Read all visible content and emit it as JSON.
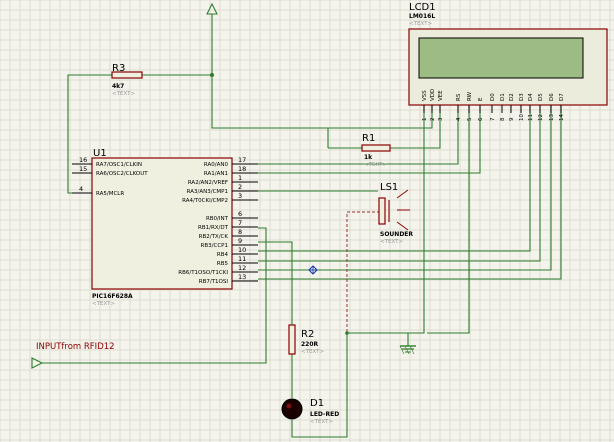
{
  "components": {
    "lcd": {
      "ref": "LCD1",
      "value": "LM016L",
      "placeholder": "<TEXT>",
      "pins": [
        {
          "name": "VSS",
          "num": "1"
        },
        {
          "name": "VDD",
          "num": "2"
        },
        {
          "name": "VEE",
          "num": "3"
        },
        {
          "name": "RS",
          "num": "4"
        },
        {
          "name": "RW",
          "num": "5"
        },
        {
          "name": "E",
          "num": "6"
        },
        {
          "name": "D0",
          "num": "7"
        },
        {
          "name": "D1",
          "num": "8"
        },
        {
          "name": "D2",
          "num": "9"
        },
        {
          "name": "D3",
          "num": "10"
        },
        {
          "name": "D4",
          "num": "11"
        },
        {
          "name": "D5",
          "num": "12"
        },
        {
          "name": "D6",
          "num": "13"
        },
        {
          "name": "D7",
          "num": "14"
        }
      ]
    },
    "r3": {
      "ref": "R3",
      "value": "4k7",
      "placeholder": "<TEXT>"
    },
    "r1": {
      "ref": "R1",
      "value": "1k",
      "placeholder": "<TEXT>"
    },
    "r2": {
      "ref": "R2",
      "value": "220R",
      "placeholder": "<TEXT>"
    },
    "ls1": {
      "ref": "LS1",
      "value": "SOUNDER",
      "placeholder": "<TEXT>"
    },
    "d1": {
      "ref": "D1",
      "value": "LED-RED",
      "placeholder": "<TEXT>"
    },
    "u1": {
      "ref": "U1",
      "value": "PIC16F628A",
      "placeholder": "<TEXT>",
      "left_pins": [
        {
          "name": "RA7/OSC1/CLKIN",
          "num": "16"
        },
        {
          "name": "RA6/OSC2/CLKOUT",
          "num": "15"
        },
        {
          "name": "RA5/MCLR",
          "num": "4"
        }
      ],
      "right_pins": [
        {
          "name": "RA0/AN0",
          "num": "17"
        },
        {
          "name": "RA1/AN1",
          "num": "18"
        },
        {
          "name": "RA2/AN2/VREF",
          "num": "1"
        },
        {
          "name": "RA3/AN3/CMP1",
          "num": "2"
        },
        {
          "name": "RA4/T0CKI/CMP2",
          "num": "3"
        },
        {
          "name": "RB0/INT",
          "num": "6"
        },
        {
          "name": "RB1/RX/DT",
          "num": "7"
        },
        {
          "name": "RB2/TX/CK",
          "num": "8"
        },
        {
          "name": "RB3/CCP1",
          "num": "9"
        },
        {
          "name": "RB4",
          "num": "10"
        },
        {
          "name": "RB5",
          "num": "11"
        },
        {
          "name": "RB6/T1OSO/T1CKI",
          "num": "12"
        },
        {
          "name": "RB7/T1OSI",
          "num": "13"
        }
      ]
    }
  },
  "labels": {
    "input": "INPUTfrom RFID12"
  },
  "colors": {
    "wire": "#2e7d2e",
    "component": "#8b0000",
    "grid": "#dcdcd0",
    "background": "#f4f4ec"
  }
}
